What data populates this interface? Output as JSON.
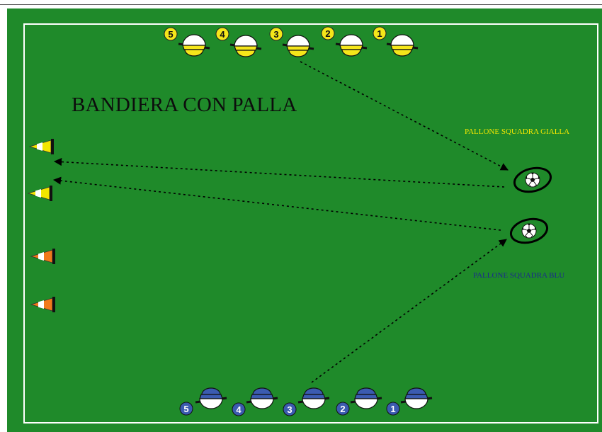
{
  "title": "BANDIERA CON PALLA",
  "label_yellow_ball": "PALLONE SQUADRA GIALLA",
  "label_blue_ball": "PALLONE SQUADRA BLU",
  "team_yellow": {
    "color": "#f5e61a",
    "players": [
      "5",
      "4",
      "3",
      "2",
      "1"
    ]
  },
  "team_blue": {
    "color": "#3b5bb0",
    "players": [
      "5",
      "4",
      "3",
      "2",
      "1"
    ]
  },
  "cones": [
    {
      "color": "#f2e600"
    },
    {
      "color": "#f2e600"
    },
    {
      "color": "#f07a1a"
    },
    {
      "color": "#f07a1a"
    }
  ],
  "colors": {
    "pitch": "#1f8a2a",
    "lines": "#ffffff"
  }
}
